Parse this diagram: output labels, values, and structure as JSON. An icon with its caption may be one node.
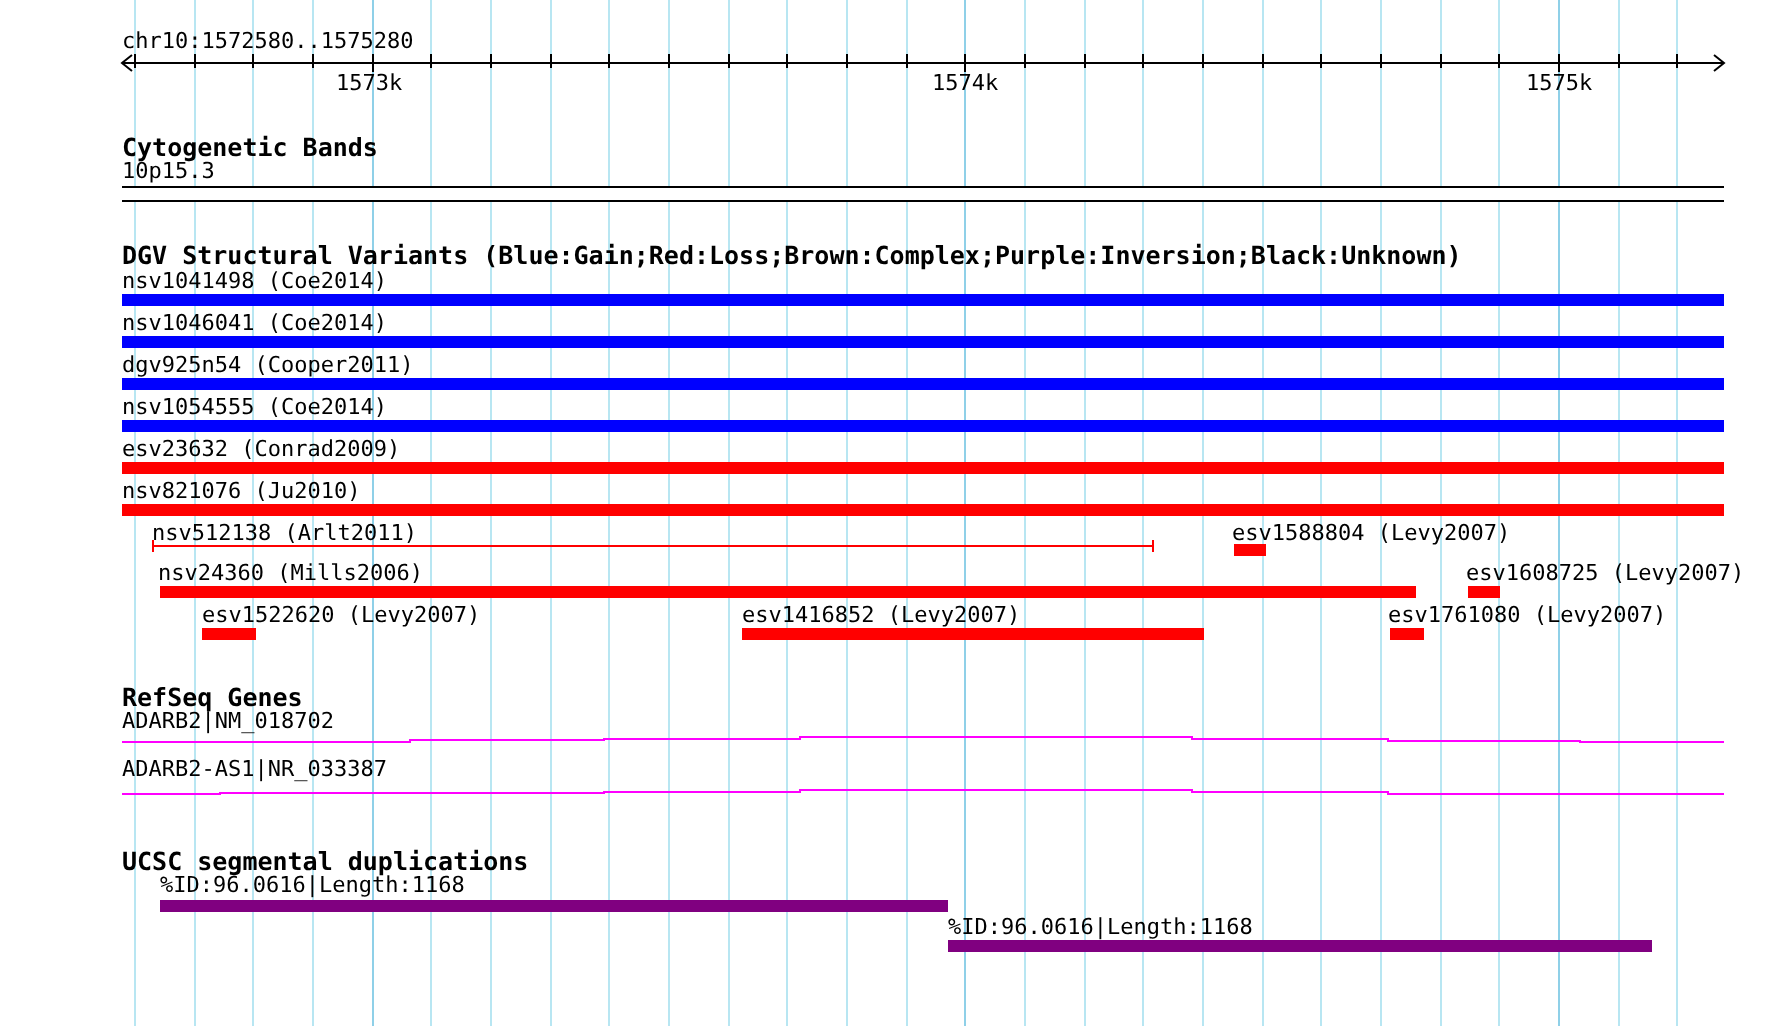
{
  "diagram": {
    "nodes": [
      {
        "text": [
          "10p15.3"
        ]
      },
      {
        "text": [
          "nsv1041498 (Coe2014)"
        ]
      },
      {
        "text": [
          "nsv1046041 (Coe2014)"
        ]
      },
      {
        "text": [
          "dgv925n54 (Cooper2011)"
        ]
      },
      {
        "text": [
          "nsv1054555 (Coe2014)"
        ]
      },
      {
        "text": [
          "esv23632 (Conrad2009)"
        ]
      },
      {
        "text": [
          "nsv821076 (Ju2010)"
        ]
      },
      {
        "text": [
          "nsv512138 (Arlt2011)"
        ]
      },
      {
        "text": [
          "esv1588804 (Levy2007)"
        ]
      },
      {
        "text": [
          "nsv24360 (Mills2006)"
        ]
      },
      {
        "text": [
          "esv1608725 (Levy2007)"
        ]
      },
      {
        "text": [
          "esv1522620 (Levy2007)"
        ]
      },
      {
        "text": [
          "esv1416852 (Levy2007)"
        ]
      },
      {
        "text": [
          "esv1761080 (Levy2007)"
        ]
      },
      {
        "text": [
          "ADARB2|NM_018702"
        ]
      },
      {
        "text": [
          "ADARB2-AS1|NR_033387"
        ]
      },
      {
        "text": [
          "%ID:96.0616|Length:1168"
        ]
      },
      {
        "text": [
          "%ID:96.0616|Length:1168"
        ]
      }
    ],
    "labels": [
      "chr10:1572580..1575280",
      "1573k",
      "1574k",
      "1575k",
      "Cytogenetic Bands",
      "DGV Structural Variants (Blue:Gain;Red:Loss;Brown:Complex;Purple:Inversion;Black:Unknown)",
      "RefSeq Genes",
      "UCSC segmental duplications"
    ]
  }
}
